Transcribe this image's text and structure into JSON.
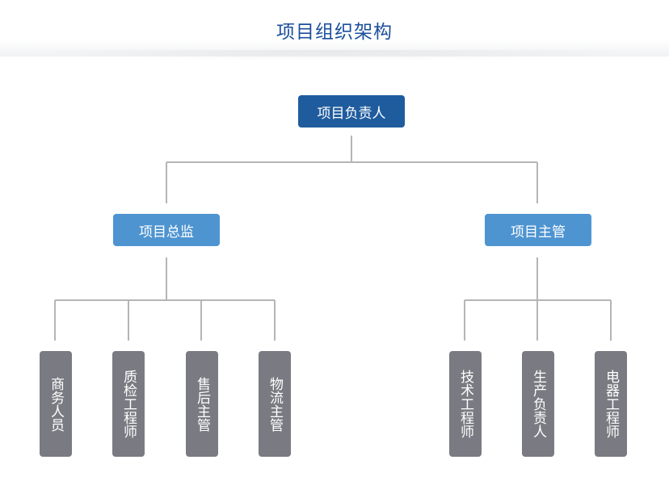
{
  "title": "项目组织架构",
  "root": {
    "label": "项目负责人"
  },
  "branches": [
    {
      "label": "项目总监",
      "children": [
        {
          "label": "商务人员"
        },
        {
          "label": "质检工程师"
        },
        {
          "label": "售后主管"
        },
        {
          "label": "物流主管"
        }
      ]
    },
    {
      "label": "项目主管",
      "children": [
        {
          "label": "技术工程师"
        },
        {
          "label": "生产负责人"
        },
        {
          "label": "电器工程师"
        }
      ]
    }
  ],
  "colors": {
    "title": "#1a4f9c",
    "root": "#1f5c9e",
    "branch": "#4e94d1",
    "leaf": "#7a7a82",
    "connector": "#b5b5b5"
  }
}
